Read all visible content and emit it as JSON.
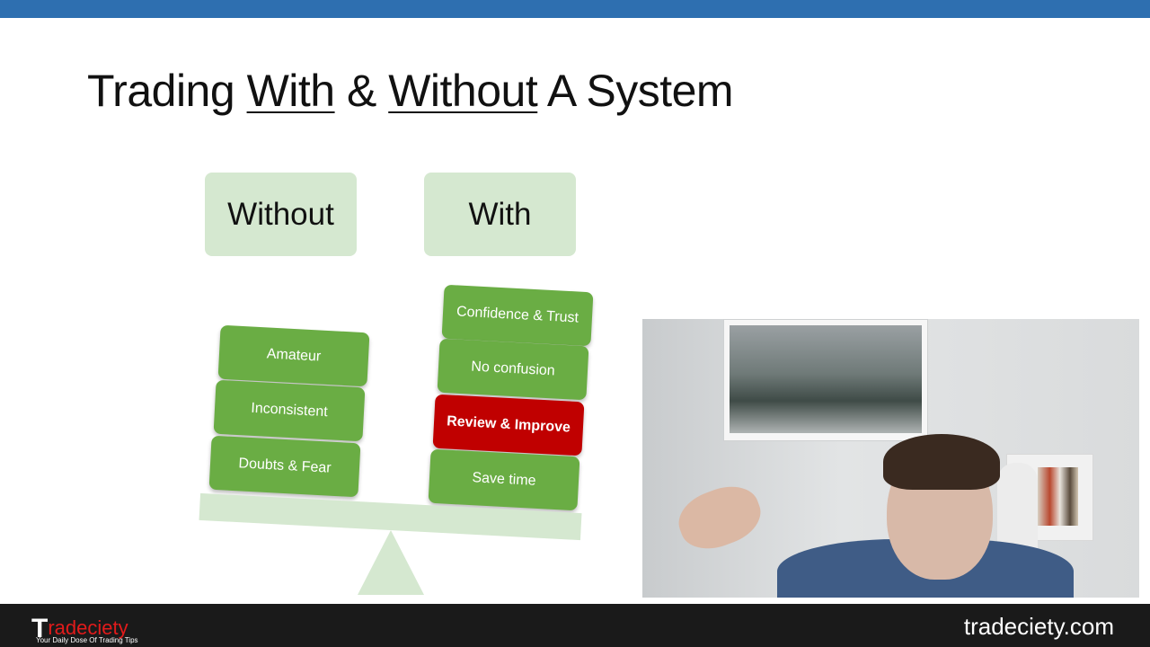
{
  "title": {
    "part1": "Trading ",
    "with": "With",
    "amp": " & ",
    "without": "Without",
    "part2": " A System"
  },
  "columns": {
    "without_header": "Without",
    "with_header": "With"
  },
  "without_items": [
    "Amateur",
    "Inconsistent",
    "Doubts & Fear"
  ],
  "with_items": [
    "Confidence & Trust",
    "No confusion",
    "Review & Improve",
    "Save time"
  ],
  "footer": {
    "logo_text": "radeciety",
    "logo_letter": "T",
    "tagline": "Your Daily Dose Of Trading Tips",
    "website": "tradeciety.com"
  },
  "colors": {
    "top_bar": "#2e6fb0",
    "pill_green": "#6aad44",
    "pill_red": "#c00000",
    "light_green": "#d5e8d0"
  }
}
